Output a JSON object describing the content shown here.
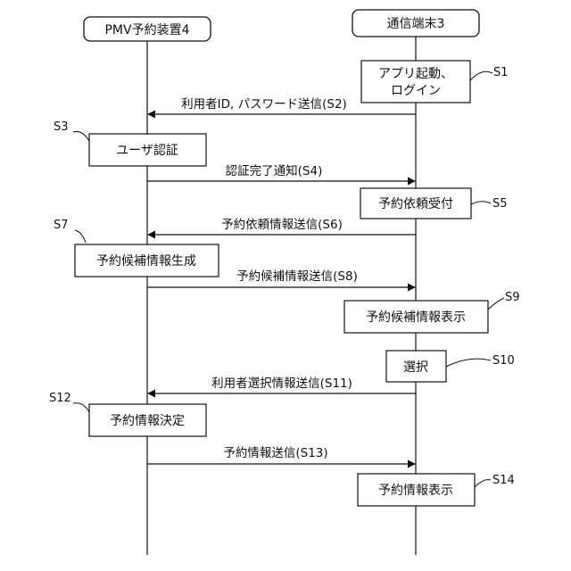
{
  "actors": {
    "left": "PMV予約装置4",
    "right": "通信端末3"
  },
  "steps": {
    "s1_box": [
      "アプリ起動、",
      "ログイン"
    ],
    "s1_tag": "S1",
    "s2_msg": "利用者ID, パスワード送信(S2)",
    "s3_tag": "S3",
    "s3_box": "ユーザ認証",
    "s4_msg": "認証完了通知(S4)",
    "s5_box": "予約依頼受付",
    "s5_tag": "S5",
    "s6_msg": "予約依頼情報送信(S6)",
    "s7_tag": "S7",
    "s7_box": "予約候補情報生成",
    "s8_msg": "予約候補情報送信(S8)",
    "s9_tag": "S9",
    "s9_box": "予約候補情報表示",
    "s10_box": "選択",
    "s10_tag": "S10",
    "s11_msg": "利用者選択情報送信(S11)",
    "s12_tag": "S12",
    "s12_box": "予約情報決定",
    "s13_msg": "予約情報送信(S13)",
    "s14_box": "予約情報表示",
    "s14_tag": "S14"
  }
}
